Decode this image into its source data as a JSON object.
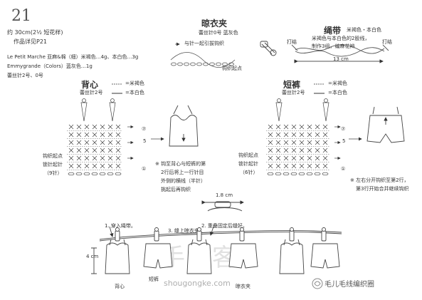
{
  "header": {
    "page_number": "21",
    "size": "约 30cm(2½ 短花样)",
    "pattern_ref": "作品详见P21",
    "yarn1": "Le Petit Marche 亚麻&棉（细）米褐色…4g、本白色…3g",
    "yarn2": "Emmygrande（Colors）蓝灰色…1g",
    "hook": "蕾丝针2号、0号"
  },
  "clip": {
    "title": "晾衣夹",
    "hook": "蕾丝针0号 蓝灰色",
    "note": "与针一起引拔钩织",
    "start": "钩织起点"
  },
  "cord": {
    "title": "绳带",
    "colors": "米褐色・本白色",
    "desc1": "米褐色与本白色的2股线，",
    "desc2": "制作3组，编麻花辫",
    "knot": "打结",
    "length": "13 cm"
  },
  "vest": {
    "title": "背心",
    "hook": "蕾丝针2号",
    "legend1": "=米褐色",
    "legend2": "=本白色",
    "start1": "钩织起点",
    "start2": "锁针起针",
    "start3": "（9针）",
    "rows": [
      "⑦",
      "5",
      "①"
    ],
    "note1": "※ 钩至背心与短裤的第",
    "note2": "2行后将上一行针目",
    "note3": "外侧的横线（半针）",
    "note4": "挑起后再钩织"
  },
  "shorts": {
    "title": "短裤",
    "hook": "蕾丝针2号",
    "legend1": "=米褐色",
    "legend2": "=本白色",
    "start1": "钩织起点",
    "start2": "锁针起针",
    "start3": "（6针）",
    "rows": [
      "⑦",
      "5",
      "①"
    ],
    "note1": "※ 左右分开钩织至第2行，",
    "note2": "第3行开始合并继续钩织"
  },
  "bottom": {
    "width": "1.8 cm",
    "step1": "1. 穿入绳带。",
    "step2": "2. 重叠固定后缝好。",
    "step3": "3. 缝上晾衣夹。",
    "height": "4 cm",
    "label_vest": "背心",
    "label_shorts": "短裤",
    "label_clip": "晾衣夹"
  },
  "watermark": {
    "brand": "毛儿毛线编织圈",
    "site_cn": "手工客",
    "site": "shougongke.com"
  }
}
